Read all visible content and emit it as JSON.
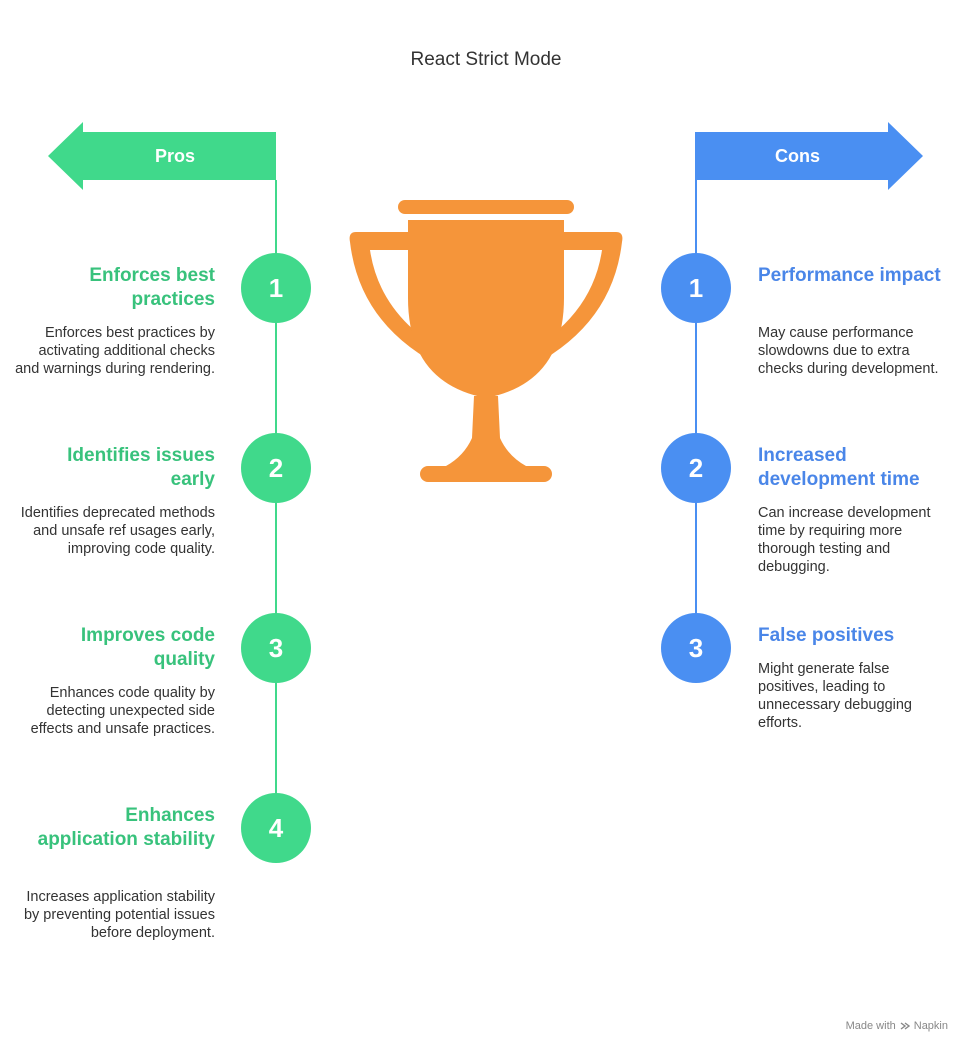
{
  "title": "React Strict Mode",
  "colors": {
    "pros": "#40d98b",
    "pros_text": "#38c27c",
    "cons": "#4a8ff2",
    "cons_text": "#4a86e8",
    "trophy": "#f5953a"
  },
  "pros": {
    "label": "Pros",
    "items": [
      {
        "number": "1",
        "heading": "Enforces best practices",
        "description": "Enforces best practices by activating additional checks and warnings during rendering."
      },
      {
        "number": "2",
        "heading": "Identifies issues early",
        "description": "Identifies deprecated methods and unsafe ref usages early, improving code quality."
      },
      {
        "number": "3",
        "heading": "Improves code quality",
        "description": "Enhances code quality by detecting unexpected side effects and unsafe practices."
      },
      {
        "number": "4",
        "heading": "Enhances application stability",
        "description": "Increases application stability by preventing potential issues before deployment."
      }
    ]
  },
  "cons": {
    "label": "Cons",
    "items": [
      {
        "number": "1",
        "heading": "Performance impact",
        "description": "May cause performance slowdowns due to extra checks during development."
      },
      {
        "number": "2",
        "heading": "Increased development time",
        "description": "Can increase development time by requiring more thorough testing and debugging."
      },
      {
        "number": "3",
        "heading": "False positives",
        "description": "Might generate false positives, leading to unnecessary debugging efforts."
      }
    ]
  },
  "center_icon": "trophy-icon",
  "footer": {
    "made_with": "Made with",
    "brand": "Napkin"
  }
}
